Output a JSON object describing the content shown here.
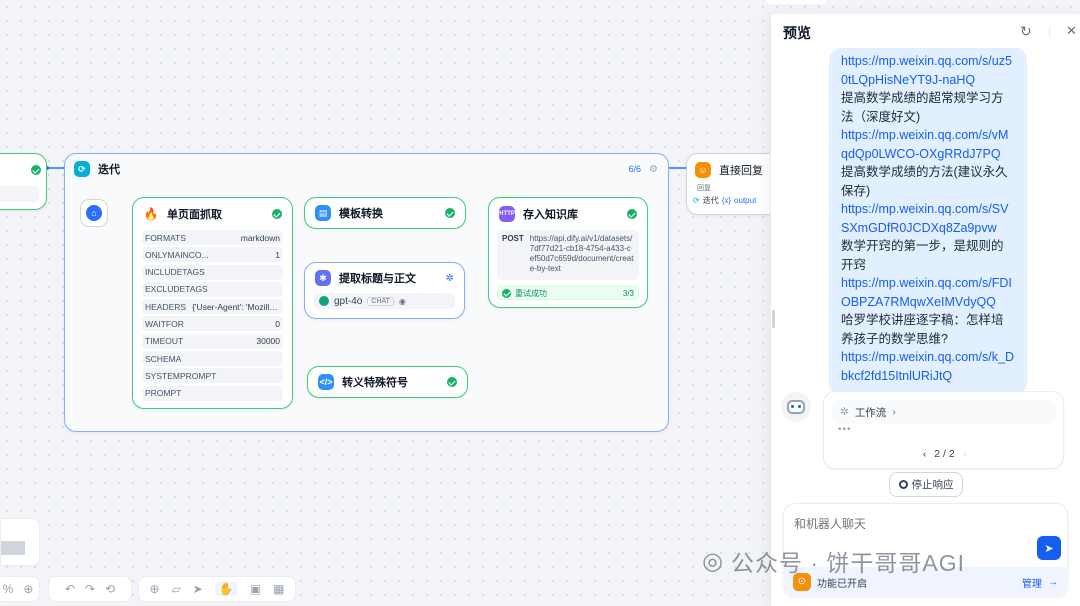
{
  "canvas": {
    "prev_node": {
      "status": "success"
    },
    "iteration": {
      "title": "迭代",
      "counter": "6/6"
    },
    "nodes": {
      "scrape": {
        "title": "单页面抓取",
        "params": [
          {
            "key": "FORMATS",
            "value": "markdown"
          },
          {
            "key": "ONLYMAINCO...",
            "value": "1"
          },
          {
            "key": "INCLUDETAGS",
            "value": ""
          },
          {
            "key": "EXCLUDETAGS",
            "value": ""
          },
          {
            "key": "HEADERS",
            "value": "{'User-Agent': 'Mozilla/..."
          },
          {
            "key": "WAITFOR",
            "value": "0"
          },
          {
            "key": "TIMEOUT",
            "value": "30000"
          },
          {
            "key": "SCHEMA",
            "value": ""
          },
          {
            "key": "SYSTEMPROMPT",
            "value": ""
          },
          {
            "key": "PROMPT",
            "value": ""
          }
        ]
      },
      "template": {
        "title": "模板转换"
      },
      "extract": {
        "title": "提取标题与正文",
        "model": "gpt-4o",
        "mode": "CHAT"
      },
      "escape": {
        "title": "转义特殊符号"
      },
      "kb": {
        "title": "存入知识库",
        "method": "POST",
        "url": "https://api.dify.ai/v1/datasets/7df77d21-cb18-4754-a433-cef50d7c659d/document/create-by-text",
        "retry_label": "重试成功",
        "retry_count": "3/3"
      },
      "answer": {
        "title": "直接回复",
        "label": "回复",
        "var_node": "迭代",
        "var_name": "output"
      }
    }
  },
  "toolbar": {
    "zoom_suffix": "%"
  },
  "preview": {
    "title": "预览",
    "message_lines": [
      {
        "type": "link",
        "text": "https://mp.weixin.qq.com/s/uz50tLQpHisNeYT9J-naHQ"
      },
      {
        "type": "text",
        "text": "提高数学成绩的超常规学习方法（深度好文)"
      },
      {
        "type": "link",
        "text": "https://mp.weixin.qq.com/s/vMqdQp0LWCO-OXgRRdJ7PQ"
      },
      {
        "type": "text",
        "text": "提高数学成绩的方法(建议永久保存)"
      },
      {
        "type": "link",
        "text": "https://mp.weixin.qq.com/s/SVSXmGDfR0JCDXq8Za9pvw"
      },
      {
        "type": "text",
        "text": "数学开窍的第一步，是规则的开窍"
      },
      {
        "type": "link",
        "text": "https://mp.weixin.qq.com/s/FDIOBPZA7RMqwXeIMVdyQQ"
      },
      {
        "type": "text",
        "text": "哈罗学校讲座逐字稿：怎样培养孩子的数学思维?"
      },
      {
        "type": "link",
        "text": "https://mp.weixin.qq.com/s/k_Dbkcf2fd15ItnlURiJtQ"
      }
    ],
    "workflow_label": "工作流",
    "pager": "2 / 2",
    "stop_label": "停止响应",
    "input_placeholder": "和机器人聊天",
    "feature_label": "功能已开启",
    "manage_label": "管理"
  },
  "watermark": "公众号 · 饼干哥哥AGI",
  "colors": {
    "accent": "#155eef",
    "success": "#17b26a",
    "bubble": "#e1effe"
  }
}
